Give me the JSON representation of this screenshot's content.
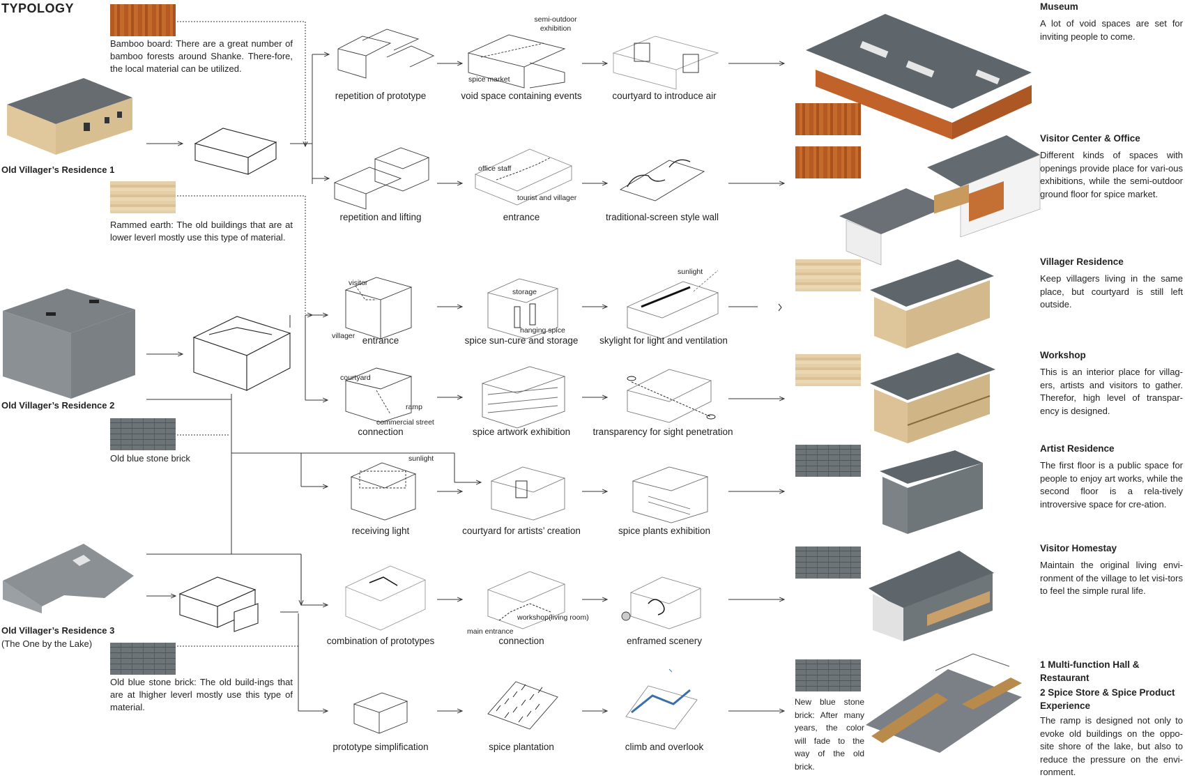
{
  "title": "TYPOLOGY",
  "sources": [
    {
      "name": "Old Villager’s Residence 1",
      "sub": ""
    },
    {
      "name": "Old Villager’s Residence 2",
      "sub": ""
    },
    {
      "name": "Old Villager’s Residence 3",
      "sub": "(The One by the Lake)"
    }
  ],
  "materials": [
    {
      "text": "Bamboo board: There are a great number of bamboo forests around Shanke. There-fore, the local material can be utilized."
    },
    {
      "text": "Rammed earth: The old buildings that are at lower leverl mostly use this type of material."
    },
    {
      "text": "Old blue stone brick"
    },
    {
      "text": "Old blue stone brick: The old build-ings that are at lhigher leverl mostly use this type of material."
    }
  ],
  "rows": [
    {
      "steps": [
        "repetition of prototype",
        "void space containing events",
        "courtyard to introduce air"
      ],
      "labels": [
        "semi-outdoor exhibition",
        "spice market"
      ]
    },
    {
      "steps": [
        "repetition and lifting",
        "entrance",
        "traditional-screen style wall"
      ],
      "labels": [
        "office staff",
        "tourist and villager"
      ]
    },
    {
      "steps": [
        "entrance",
        "spice sun-cure and storage",
        "skylight for light and ventilation"
      ],
      "labels": [
        "visitor",
        "villager",
        "storage",
        "hanging spice",
        "sunlight"
      ]
    },
    {
      "steps": [
        "connection",
        "spice artwork exhibition",
        "transparency for sight penetration"
      ],
      "labels": [
        "courtyard",
        "ramp",
        "commercial street"
      ]
    },
    {
      "steps": [
        "receiving light",
        "courtyard for artists’ creation",
        "spice plants exhibition"
      ],
      "labels": [
        "sunlight"
      ]
    },
    {
      "steps": [
        "combination of prototypes",
        "connection",
        "enframed scenery"
      ],
      "labels": [
        "workshop(living room)",
        "main entrance"
      ]
    },
    {
      "steps": [
        "prototype simplification",
        "spice plantation",
        "climb and overlook"
      ],
      "labels": []
    }
  ],
  "functions": [
    {
      "title": "Museum",
      "desc": "A lot of void spaces are set for inviting people to come."
    },
    {
      "title": "Visitor Center & Office",
      "desc": "Different kinds of spaces with openings provide place for vari-ous exhibitions, while the semi-outdoor ground floor for spice market."
    },
    {
      "title": "Villager Residence",
      "desc": "Keep villagers living in the same place, but courtyard is still left outside."
    },
    {
      "title": "Workshop",
      "desc": "This is an interior place for villag-ers, artists and visitors to gather. Therefor, high level of transpar-ency is designed."
    },
    {
      "title": "Artist Residence",
      "desc": "The first floor is a public space for people to enjoy art works, while the second floor is a rela-tively introversive space for cre-ation."
    },
    {
      "title": "Visitor Homestay",
      "desc": "Maintain the original living envi-ronment of the village to let visi-tors to feel the simple rural life."
    },
    {
      "title": "1 Multi-function Hall & Restaurant",
      "title2": "2 Spice Store & Spice Product Experience",
      "desc": "The ramp is designed not only to evoke old buildings on the oppo-site shore of the lake, but also to reduce the pressure on the envi-ronment."
    }
  ],
  "new_brick": "New blue stone brick: After many years, the color will fade to the way of the old brick.",
  "colors": {
    "bamboo": "#c06628",
    "earth": "#e3cca4",
    "stone": "#6d7478",
    "roof": "#5a6066"
  }
}
